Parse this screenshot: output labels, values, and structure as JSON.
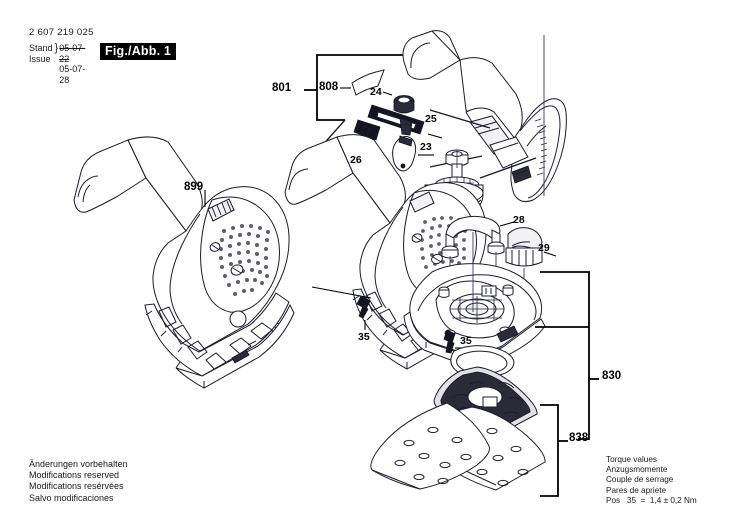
{
  "document": {
    "part_number": "2 607 219 025",
    "stand_label": "Stand",
    "issue_label": "Issue",
    "date_superseded": "05-07-22",
    "date_current": "05-07-28",
    "figure_label": "Fig./Abb. 1"
  },
  "footer_left": {
    "line1": "Änderungen vorbehalten",
    "line2": "Modifications reserved",
    "line3": "Modifications resérvées",
    "line4": "Salvo modificaciones"
  },
  "footer_right": {
    "line1": "Torque values",
    "line2": "Anzugsmomente",
    "line3": "Couple de serrage",
    "line4": "Pares de apriete",
    "line5": "Pos   35  =  1,4 ± 0,2 Nm"
  },
  "callouts": [
    {
      "id": "899",
      "label": "899"
    },
    {
      "id": "801",
      "label": "801"
    },
    {
      "id": "808",
      "label": "808"
    },
    {
      "id": "24",
      "label": "24"
    },
    {
      "id": "25",
      "label": "25"
    },
    {
      "id": "26",
      "label": "26"
    },
    {
      "id": "23",
      "label": "23"
    },
    {
      "id": "28",
      "label": "28"
    },
    {
      "id": "29",
      "label": "29"
    },
    {
      "id": "35a",
      "label": "35"
    },
    {
      "id": "35b",
      "label": "35"
    },
    {
      "id": "830",
      "label": "830"
    },
    {
      "id": "838",
      "label": "838"
    }
  ],
  "colors": {
    "ink": "#1c1c2c",
    "paper": "#ffffff",
    "accent_black": "#000000"
  }
}
